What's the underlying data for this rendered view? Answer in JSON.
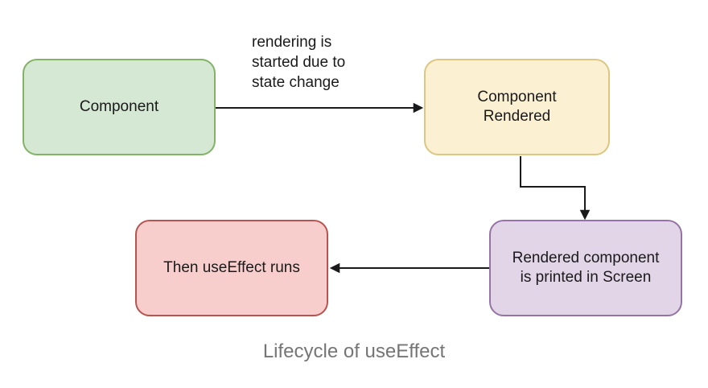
{
  "diagram": {
    "caption": "Lifecycle of useEffect",
    "caption_color": "#757575",
    "arrow_color": "#1a1a1a",
    "text_color": "#1a1a1a",
    "nodes": {
      "component": {
        "label": "Component",
        "fill": "#d5e8d4",
        "stroke": "#82b366"
      },
      "component_rendered": {
        "label": "Component\nRendered",
        "fill": "#fbf1d2",
        "stroke": "#ddc582"
      },
      "rendered_printed": {
        "label": "Rendered component\nis printed in Screen",
        "fill": "#e1d5e7",
        "stroke": "#9673a6"
      },
      "then_useeffect": {
        "label": "Then useEffect runs",
        "fill": "#f8cecc",
        "stroke": "#b85450"
      }
    },
    "edges": {
      "render_edge_label": "rendering is\nstarted due to\nstate change"
    }
  }
}
